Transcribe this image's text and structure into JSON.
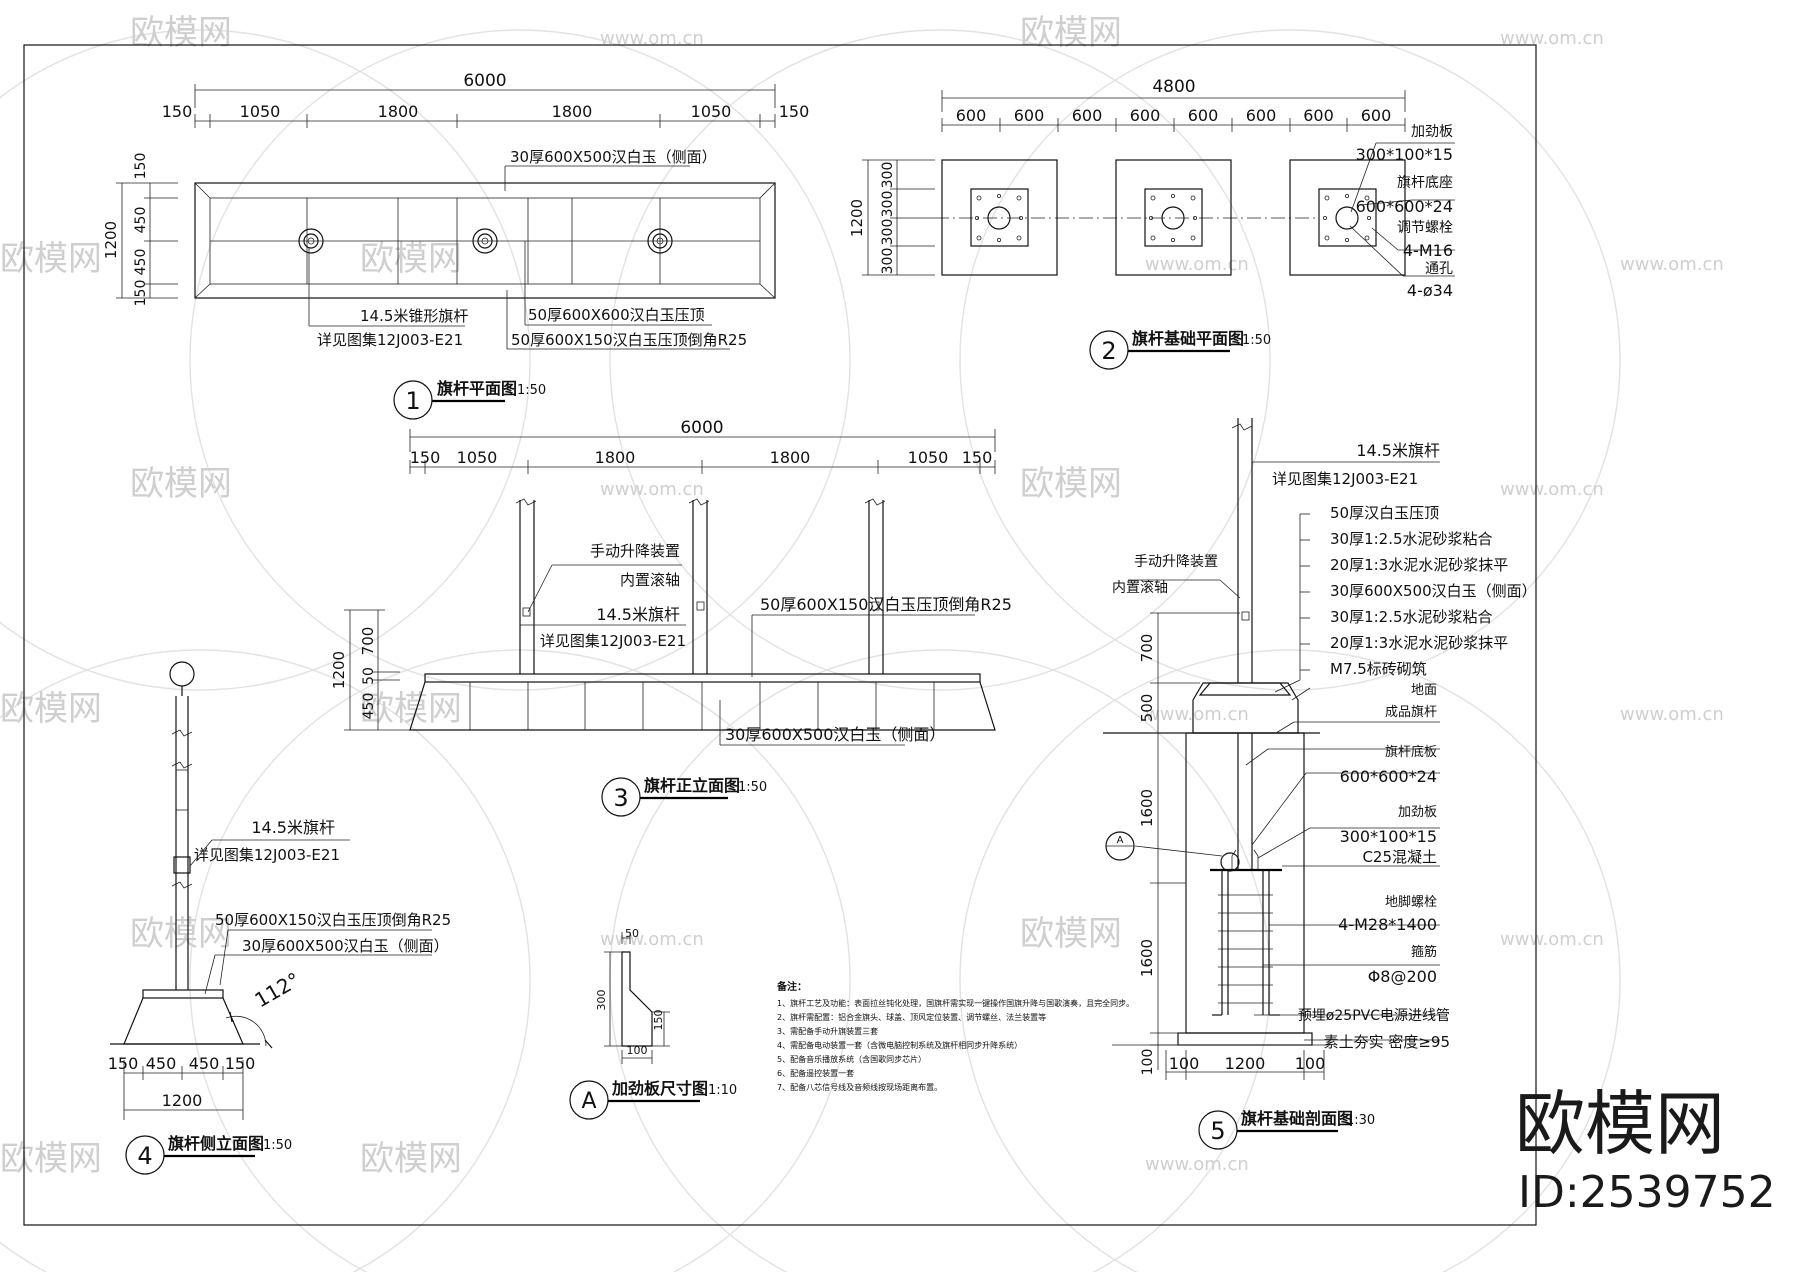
{
  "watermark": {
    "brand": "欧模网",
    "site": "www.om.cn",
    "id_label": "ID:2539752"
  },
  "plan": {
    "overall": "6000",
    "dims": [
      "150",
      "1050",
      "1800",
      "1800",
      "1050",
      "150"
    ],
    "left_dims": [
      "1200",
      "150",
      "450",
      "450",
      "150"
    ],
    "label_side": "30厚600X500汉白玉（侧面）",
    "label_pole_1": "14.5米锥形旗杆",
    "label_pole_2": "详见图集12J003-E21",
    "label_top_1": "50厚600X600汉白玉压顶",
    "label_top_2": "50厚600X150汉白玉压顶倒角R25",
    "title_no": "1",
    "title": "旗杆平面图",
    "scale": "1:50"
  },
  "base_plan": {
    "overall": "4800",
    "dims": [
      "600",
      "600",
      "600",
      "600",
      "600",
      "600",
      "600",
      "600"
    ],
    "left_dims": [
      "1200",
      "300",
      "300",
      "300",
      "300"
    ],
    "l1": "加劲板",
    "l2": "300*100*15",
    "l3": "旗杆底座",
    "l4": "600*600*24",
    "l5": "调节螺栓",
    "l6": "4-M16",
    "l7": "通孔",
    "l8": "4-ø34",
    "title_no": "2",
    "title": "旗杆基础平面图",
    "scale": "1:50"
  },
  "front": {
    "overall": "6000",
    "dims": [
      "150",
      "1050",
      "1800",
      "1800",
      "1050",
      "150"
    ],
    "left_dims": [
      "1200",
      "700",
      "450",
      "50"
    ],
    "l1": "手动升降装置",
    "l2": "内置滚轴",
    "l3": "14.5米旗杆",
    "l4": "详见图集12J003-E21",
    "l5": "50厚600X150汉白玉压顶倒角R25",
    "l6": "30厚600X500汉白玉（侧面）",
    "title_no": "3",
    "title": "旗杆正立面图",
    "scale": "1:50"
  },
  "side": {
    "l1": "14.5米旗杆",
    "l2": "详见图集12J003-E21",
    "l3": "50厚600X150汉白玉压顶倒角R25",
    "l4": "30厚600X500汉白玉（侧面）",
    "angle": "112°",
    "dims": [
      "150",
      "450",
      "450",
      "150"
    ],
    "overall": "1200",
    "title_no": "4",
    "title": "旗杆侧立面图",
    "scale": "1:50"
  },
  "stiffener": {
    "d_top": "50",
    "d_h": "300",
    "d_right": "150",
    "d_bottom": "100",
    "title_no": "A",
    "title": "加劲板尺寸图",
    "scale": "1:10"
  },
  "notes": {
    "heading": "备注：",
    "lines": [
      "1、旗杆工艺及功能：表面拉丝钝化处理，国旗杆需实现一键操作国旗升降与国歌演奏，且完全同步。",
      "2、旗杆需配置：铝合金旗头、球盖、顶风定位装置、调节螺丝、法兰装置等",
      "3、需配备手动升旗装置三套",
      "4、需配备电动装置一套（含微电脑控制系统及旗杆相同步升降系统）",
      "5、配备音乐播放系统（含国歌同步芯片）",
      "6、配备遥控装置一套",
      "7、配备八芯信号线及音频线按现场距离布置。"
    ]
  },
  "section": {
    "l_pole1": "14.5米旗杆",
    "l_pole2": "详见图集12J003-E21",
    "layers": [
      "50厚汉白玉压顶",
      "30厚1:2.5水泥砂浆粘合",
      "20厚1:3水泥水泥砂浆抹平",
      "30厚600X500汉白玉（侧面）",
      "30厚1:2.5水泥砂浆粘合",
      "20厚1:3水泥水泥砂浆抹平",
      "M7.5标砖砌筑"
    ],
    "l_hand1": "手动升降装置",
    "l_hand2": "内置滚轴",
    "l_ground": "地面",
    "l_product": "成品旗杆",
    "l_base1": "旗杆底板",
    "l_base2": "600*600*24",
    "l_stiff1": "加劲板",
    "l_stiff2": "300*100*15",
    "l_conc": "C25混凝土",
    "l_bolt1": "地脚螺栓",
    "l_bolt2": "4-M28*1400",
    "l_stir1": "箍筋",
    "l_stir2": "Φ8@200",
    "l_pvc": "预埋ø25PVC电源进线管",
    "l_soil": "素土夯实 密度≥95",
    "left_dims": [
      "700",
      "500",
      "1600",
      "1600",
      "100"
    ],
    "bottom_dims": [
      "100",
      "1200",
      "100"
    ],
    "callout": "A",
    "title_no": "5",
    "title": "旗杆基础剖面图",
    "scale": "1:30"
  }
}
